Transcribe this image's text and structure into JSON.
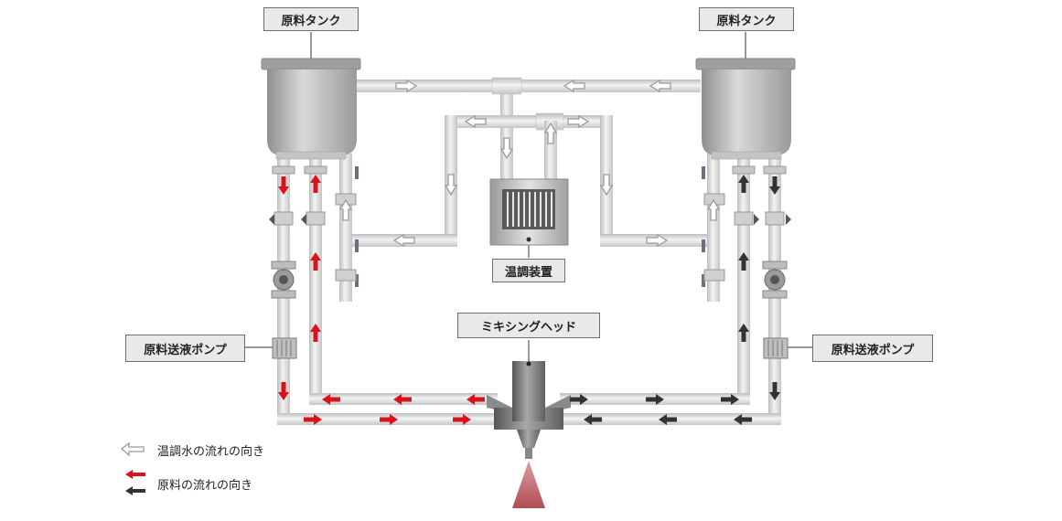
{
  "labels": {
    "tank_left": "原料タンク",
    "tank_right": "原料タンク",
    "temp_unit": "温調装置",
    "mixing_head": "ミキシングヘッド",
    "pump_left": "原料送液ポンプ",
    "pump_right": "原料送液ポンプ"
  },
  "legend": {
    "water_flow": "温調水の流れの向き",
    "material_flow": "原料の流れの向き"
  },
  "colors": {
    "material_red": "#d7141e",
    "material_dark": "#333333",
    "water_arrow_fill": "#ffffff",
    "water_arrow_stroke": "#9a9a9a",
    "pipe": "#d6d6d6",
    "tank": "#b3b3b3",
    "spray": "#c0696e"
  },
  "icons": {
    "water_arrow": "hollow-arrow-icon",
    "material_arrow": "solid-arrow-icon",
    "valve": "valve-icon",
    "pump": "pump-icon"
  }
}
